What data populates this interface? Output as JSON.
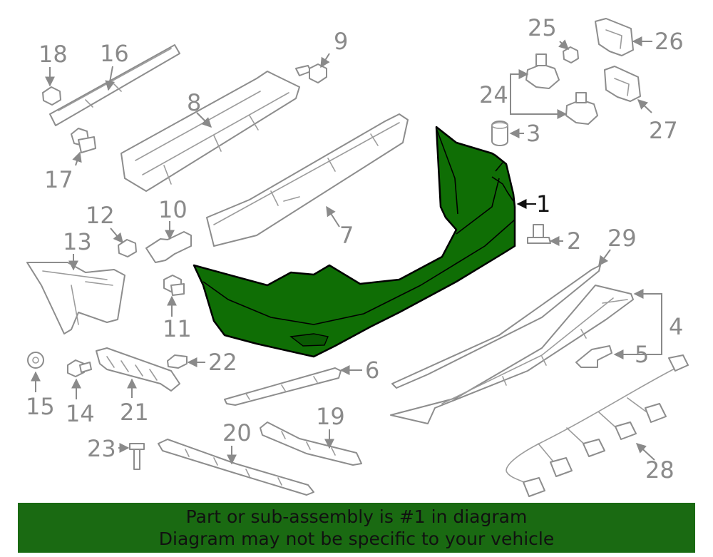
{
  "diagram": {
    "highlight_color": "#0f6e05",
    "callouts": {
      "n1": "1",
      "n2": "2",
      "n3": "3",
      "n4": "4",
      "n5": "5",
      "n6": "6",
      "n7": "7",
      "n8": "8",
      "n9": "9",
      "n10": "10",
      "n11": "11",
      "n12": "12",
      "n13": "13",
      "n14": "14",
      "n15": "15",
      "n16": "16",
      "n17": "17",
      "n18": "18",
      "n19": "19",
      "n20": "20",
      "n21": "21",
      "n22": "22",
      "n23": "23",
      "n24": "24",
      "n25": "25",
      "n26": "26",
      "n27": "27",
      "n28": "28",
      "n29": "29"
    }
  },
  "banner": {
    "line1": "Part or sub-assembly is #1 in diagram",
    "line2": "Diagram may not be specific to your vehicle",
    "background": "#1a6a12"
  }
}
